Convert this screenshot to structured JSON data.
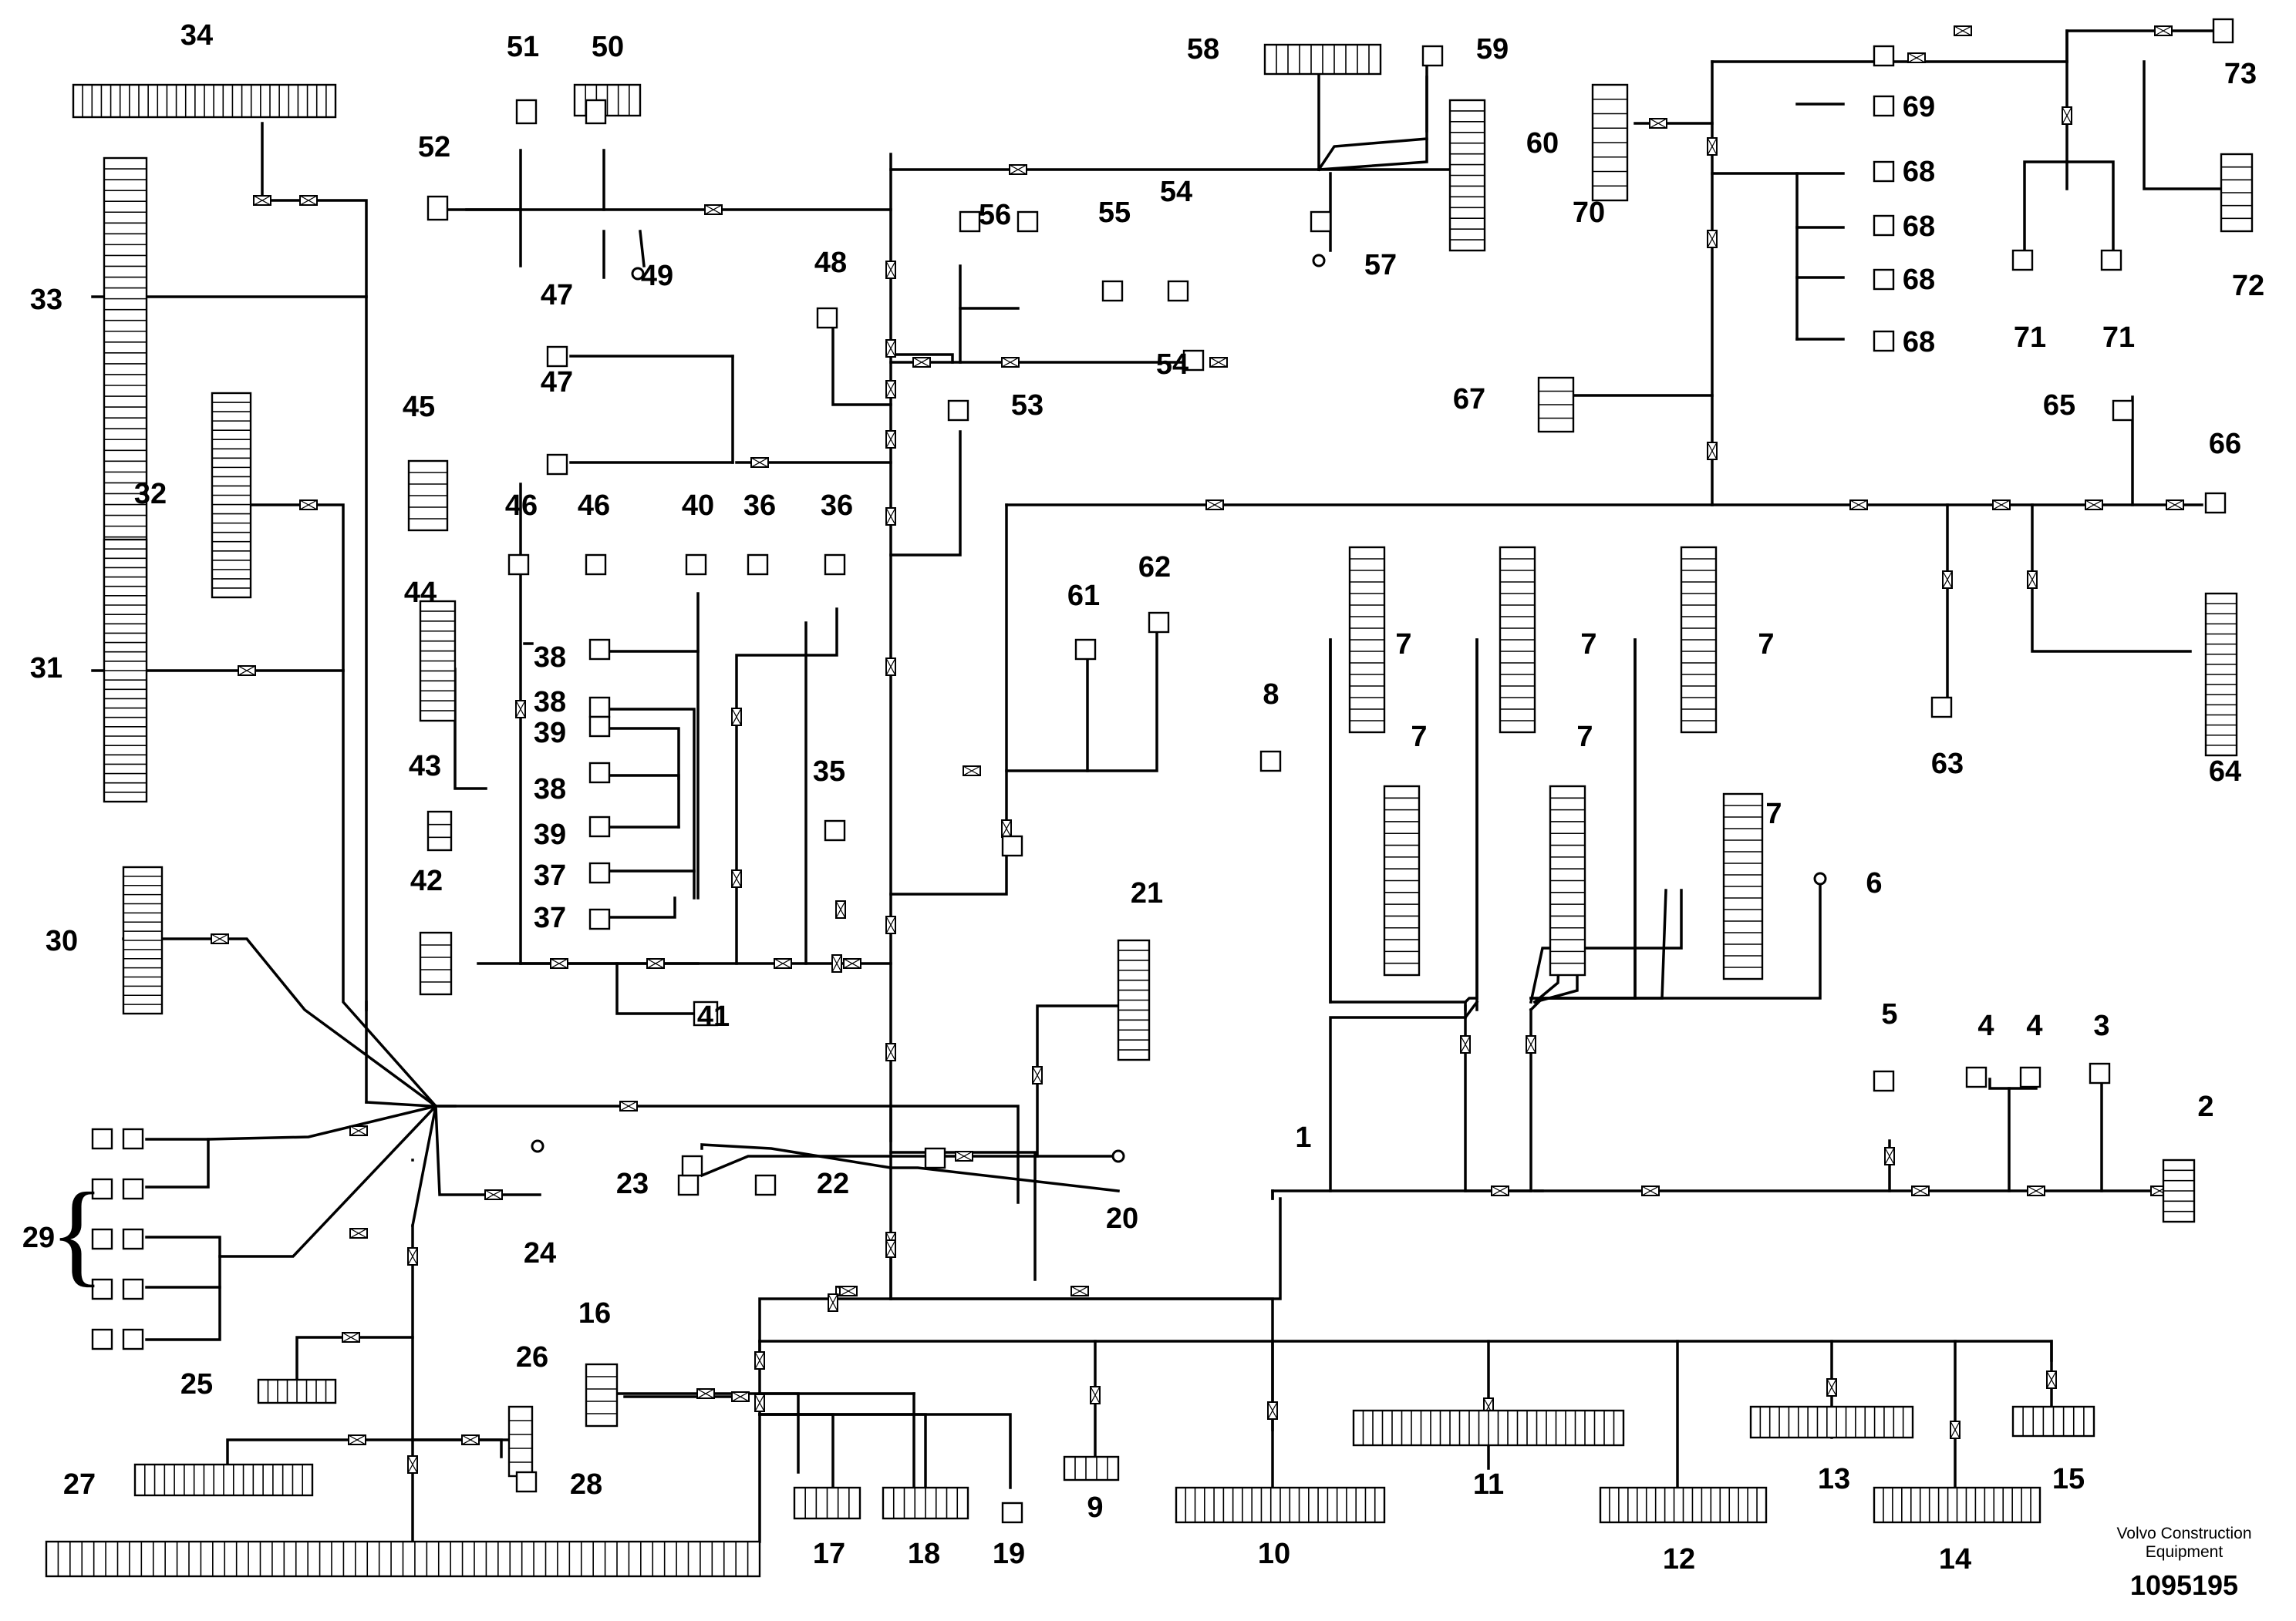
{
  "diagram": {
    "callouts": [
      "1",
      "2",
      "3",
      "4",
      "4",
      "5",
      "6",
      "7",
      "7",
      "7",
      "7",
      "7",
      "7",
      "8",
      "9",
      "10",
      "11",
      "12",
      "13",
      "14",
      "15",
      "16",
      "17",
      "18",
      "19",
      "20",
      "21",
      "22",
      "23",
      "24",
      "25",
      "26",
      "27",
      "28",
      "29",
      "30",
      "31",
      "32",
      "33",
      "34",
      "35",
      "36",
      "36",
      "37",
      "37",
      "38",
      "38",
      "38",
      "39",
      "39",
      "40",
      "41",
      "42",
      "43",
      "44",
      "45",
      "46",
      "46",
      "47",
      "47",
      "48",
      "49",
      "50",
      "51",
      "52",
      "53",
      "54",
      "54",
      "55",
      "56",
      "57",
      "58",
      "59",
      "60",
      "61",
      "62",
      "63",
      "64",
      "65",
      "66",
      "67",
      "68",
      "68",
      "68",
      "68",
      "69",
      "70",
      "71",
      "71",
      "72",
      "73"
    ],
    "footer": {
      "maker": "Volvo Construction Equipment",
      "part_number": "1095195"
    }
  }
}
